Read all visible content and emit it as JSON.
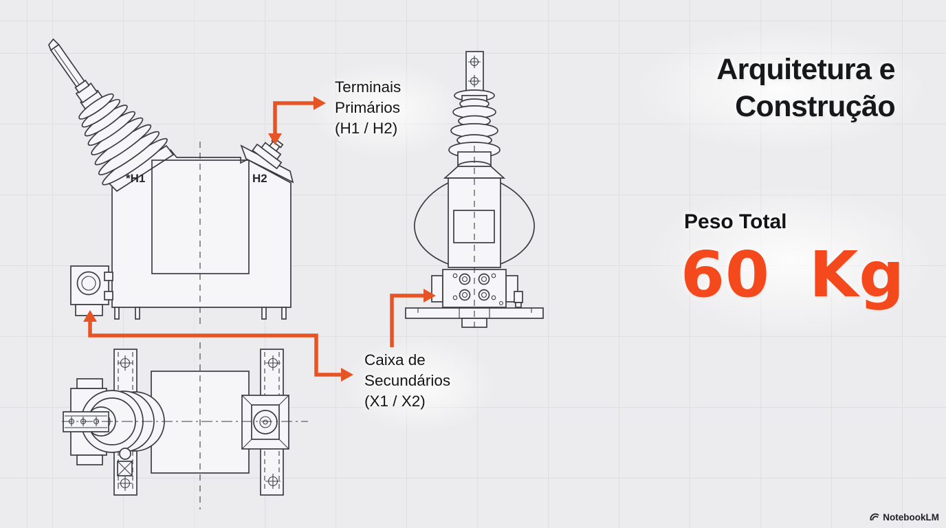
{
  "slide": {
    "title": {
      "line1": "Arquitetura e",
      "line2": "Construção"
    },
    "weight": {
      "label": "Peso Total",
      "value": "60 Kg"
    },
    "watermark": "NotebookLM"
  },
  "callouts": {
    "primary": {
      "line1": "Terminais",
      "line2": "Primários",
      "line3": "(H1 / H2)"
    },
    "secondary": {
      "line1": "Caixa de",
      "line2": "Secundários",
      "line3": "(X1 / X2)"
    }
  },
  "diagram": {
    "h1_terminal_label": "*H1",
    "h2_terminal_label": "H2"
  },
  "colors": {
    "background": "#ECECEE",
    "grid_line": "#DEDEE1",
    "drawing_line": "#3A3C40",
    "accent_arrow": "#E65426",
    "weight_value": "#F4491C",
    "ink": "#17181A"
  }
}
